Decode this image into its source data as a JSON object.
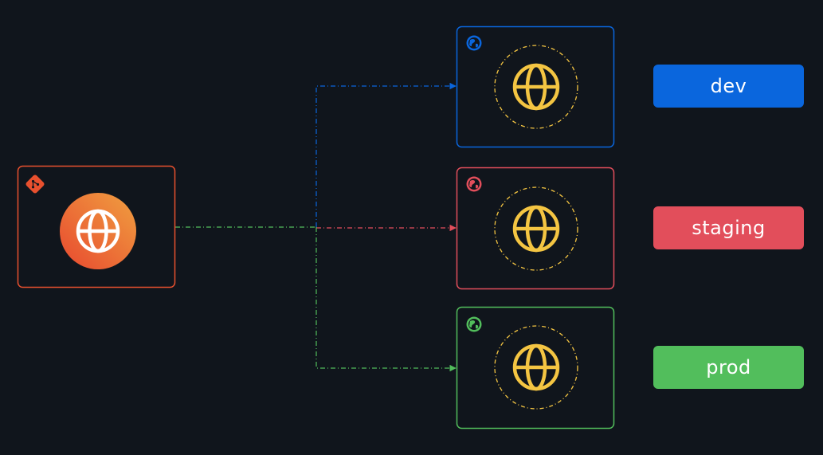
{
  "colors": {
    "background": "#10151c",
    "source": "#e8502e",
    "dev": "#0a66dd",
    "staging": "#e24e5b",
    "prod": "#52be5c",
    "globe": "#f4c542",
    "connector_source": "#52be5c"
  },
  "source": {
    "corner_icon": "git-icon",
    "center_icon": "globe-icon"
  },
  "environments": [
    {
      "key": "dev",
      "label": "dev",
      "corner_icon": "globe-icon",
      "center_icon": "globe-icon"
    },
    {
      "key": "staging",
      "label": "staging",
      "corner_icon": "globe-icon",
      "center_icon": "globe-icon"
    },
    {
      "key": "prod",
      "label": "prod",
      "corner_icon": "globe-icon",
      "center_icon": "globe-icon"
    }
  ]
}
